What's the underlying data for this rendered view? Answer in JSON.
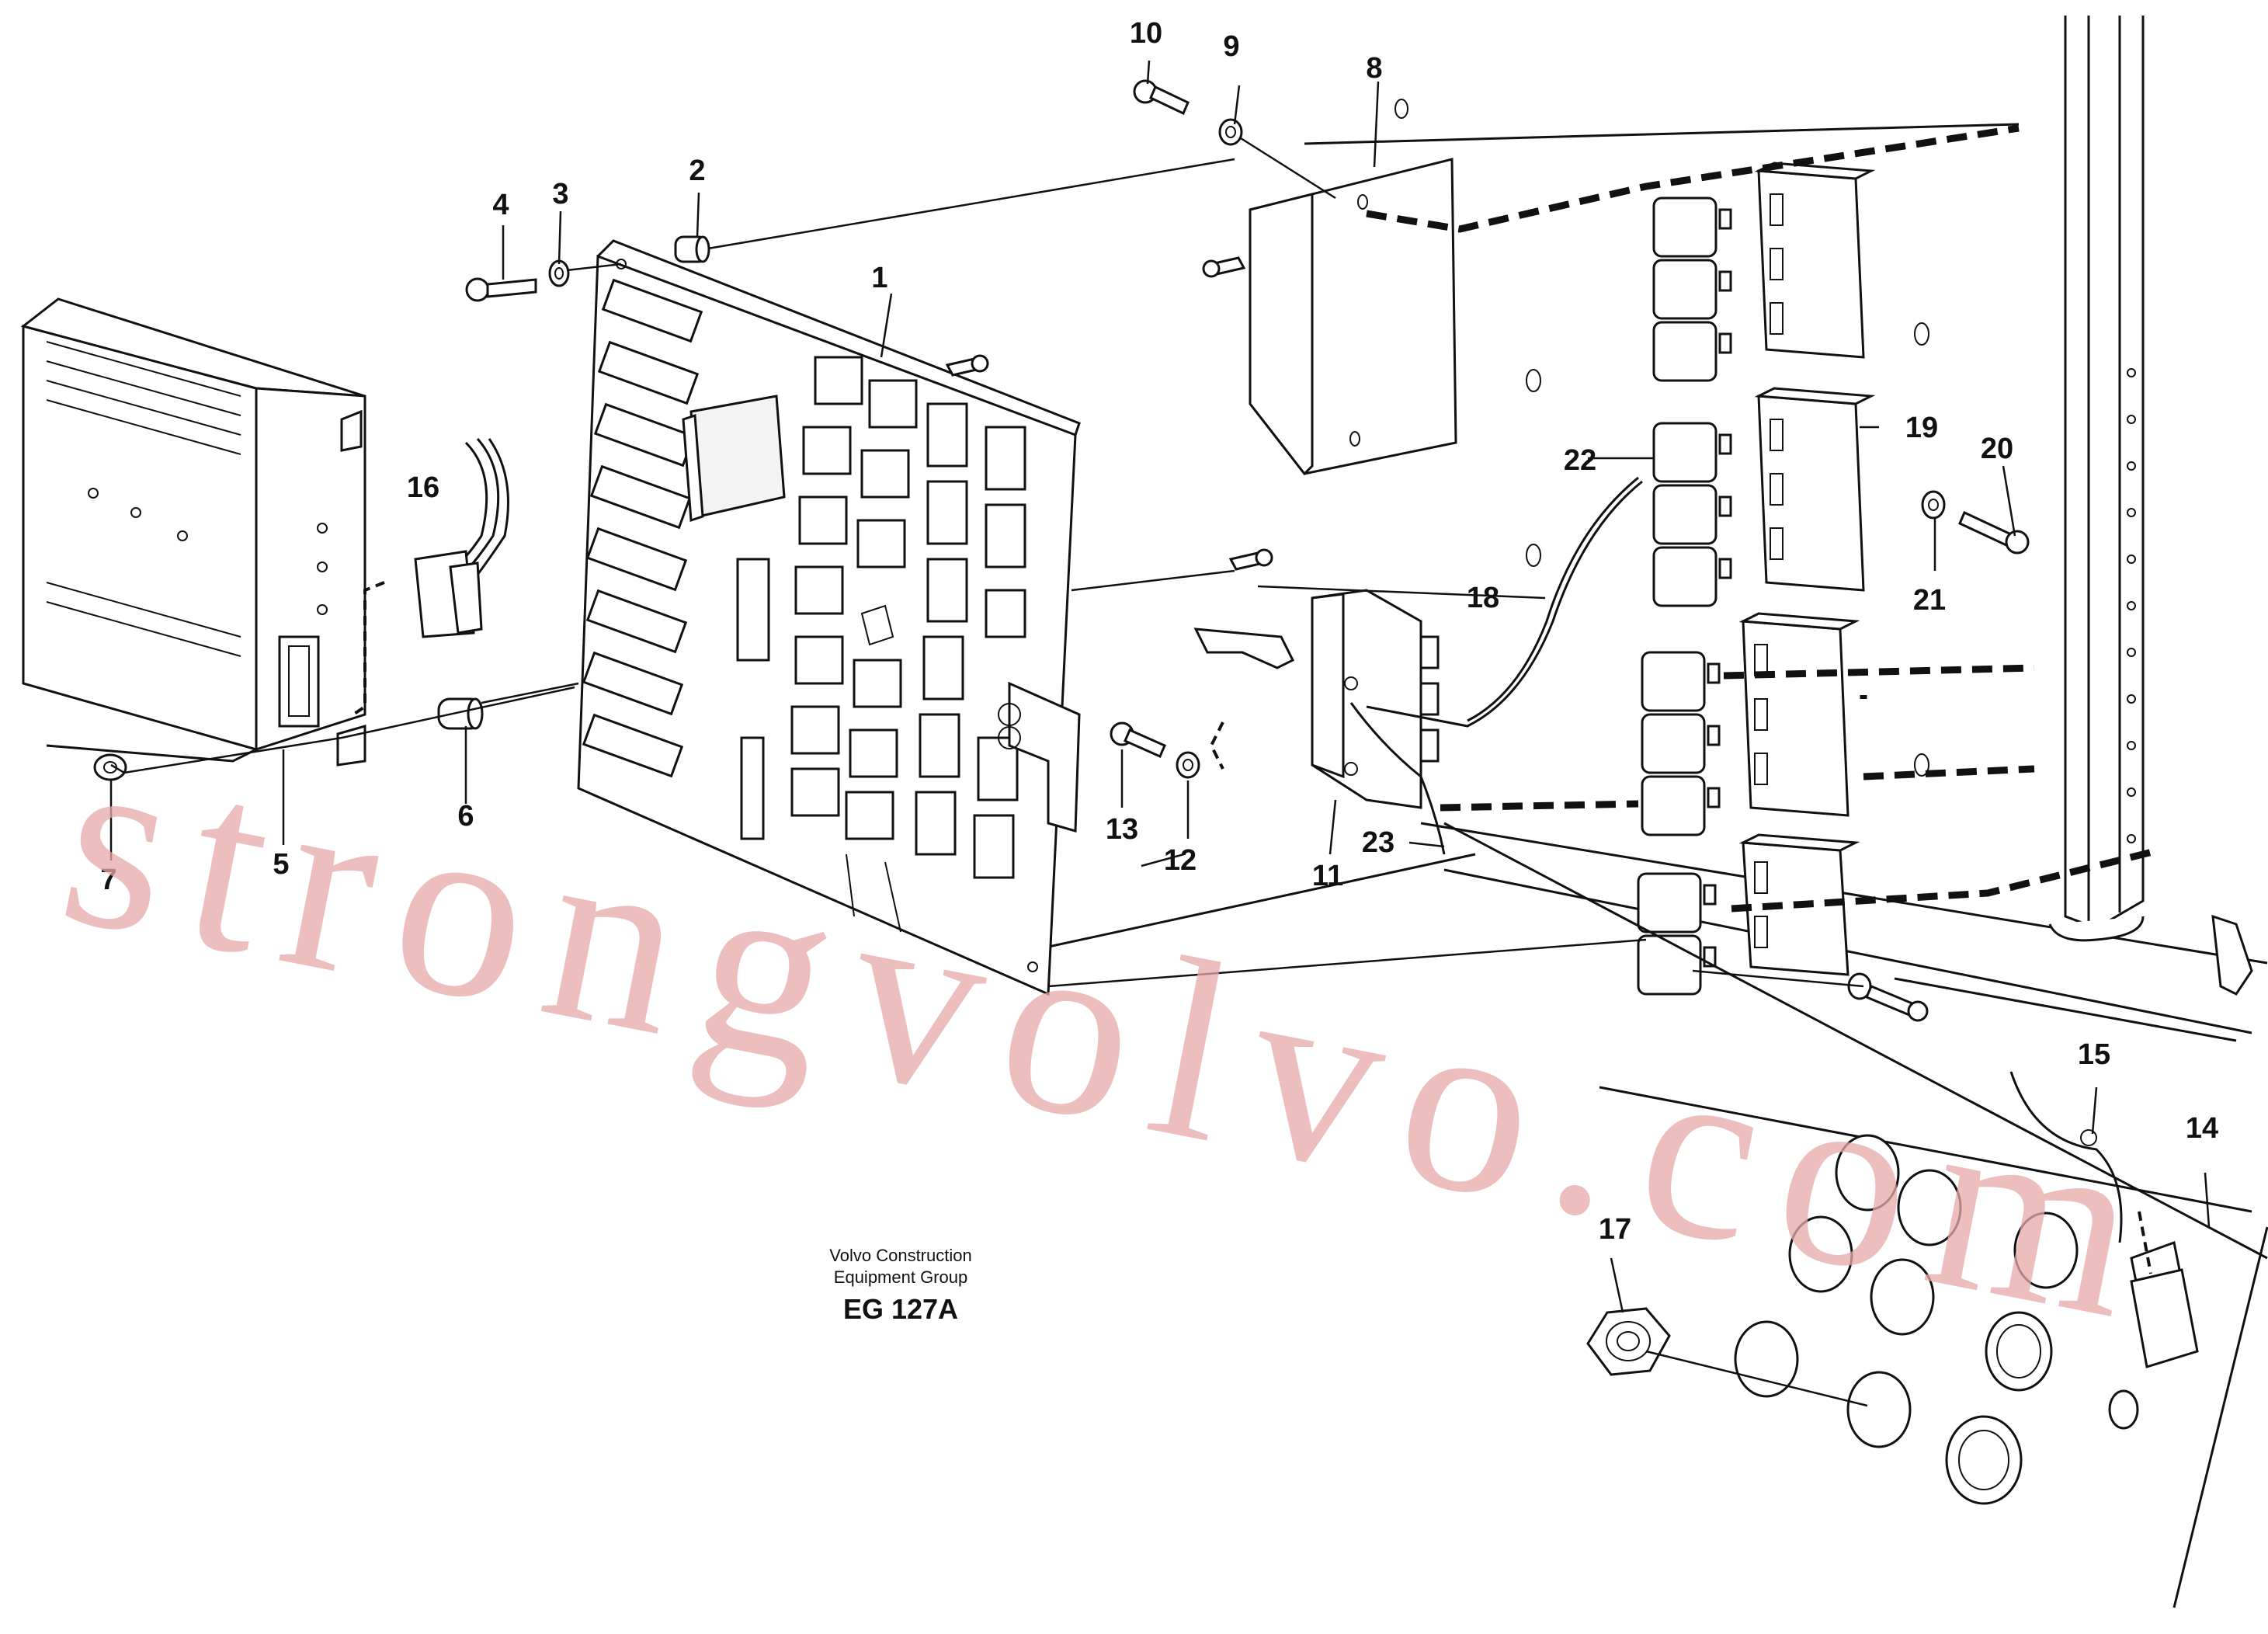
{
  "callouts": [
    {
      "id": "c1",
      "text": "1"
    },
    {
      "id": "c2",
      "text": "2"
    },
    {
      "id": "c3",
      "text": "3"
    },
    {
      "id": "c4",
      "text": "4"
    },
    {
      "id": "c5",
      "text": "5"
    },
    {
      "id": "c6",
      "text": "6"
    },
    {
      "id": "c7",
      "text": "7"
    },
    {
      "id": "c8",
      "text": "8"
    },
    {
      "id": "c9",
      "text": "9"
    },
    {
      "id": "c10",
      "text": "10"
    },
    {
      "id": "c11",
      "text": "11"
    },
    {
      "id": "c12",
      "text": "12"
    },
    {
      "id": "c13",
      "text": "13"
    },
    {
      "id": "c14",
      "text": "14"
    },
    {
      "id": "c15",
      "text": "15"
    },
    {
      "id": "c16",
      "text": "16"
    },
    {
      "id": "c17",
      "text": "17"
    },
    {
      "id": "c18",
      "text": "18"
    },
    {
      "id": "c19",
      "text": "19"
    },
    {
      "id": "c20",
      "text": "20"
    },
    {
      "id": "c21",
      "text": "21"
    },
    {
      "id": "c22",
      "text": "22"
    },
    {
      "id": "c23",
      "text": "23"
    }
  ],
  "caption": {
    "line1": "Volvo Construction",
    "line2": "Equipment Group",
    "code": "EG 127A"
  },
  "watermark": "strongvolvo.com",
  "colors": {
    "line": "#111111",
    "watermark": "#e7a9a9",
    "background": "#ffffff"
  }
}
